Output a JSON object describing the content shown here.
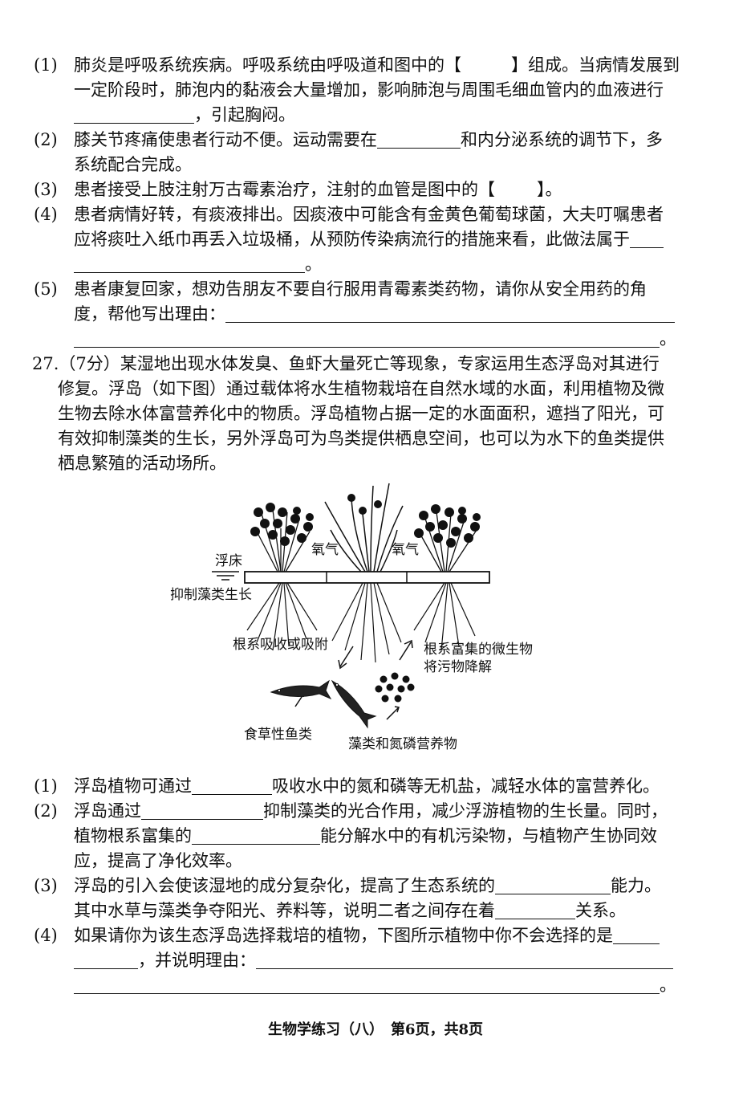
{
  "q26": {
    "p1_num": "(1)",
    "p1_l1a": "肺炎是呼吸系统疾病。呼吸系统由呼吸道和图中的【",
    "p1_l1b": "】组成。当病情发展到",
    "p1_l2": "一定阶段时，肺泡内的黏液会大量增加，影响肺泡与周围毛细血管内的血液进行",
    "p1_l3": "，引起胸闷。",
    "p2_num": "(2)",
    "p2_l1a": "膝关节疼痛使患者行动不便。运动需要在",
    "p2_l1b": "和内分泌系统的调节下，多",
    "p2_l2": "系统配合完成。",
    "p3_num": "(3)",
    "p3_l1a": "患者接受上肢注射万古霉素治疗，注射的血管是图中的【",
    "p3_l1b": "】。",
    "p4_num": "(4)",
    "p4_l1": "患者病情好转，有痰液排出。因痰液中可能含有金黄色葡萄球菌，大夫叮嘱患者",
    "p4_l2": "应将痰吐入纸巾再丢入垃圾桶，从预防传染病流行的措施来看，此做法属于",
    "p4_l3": "。",
    "p5_num": "(5)",
    "p5_l1": "患者康复回家，想劝告朋友不要自行服用青霉素类药物，请你从安全用药的角",
    "p5_l2": "度，帮他写出理由：",
    "p5_l3": "。"
  },
  "q27": {
    "num": "27.",
    "intro_l1": "（7分）某湿地出现水体发臭、鱼虾大量死亡等现象，专家运用生态浮岛对其进行",
    "intro_l2": "修复。浮岛（如下图）通过载体将水生植物栽培在自然水域的水面，利用植物及微",
    "intro_l3": "生物去除水体富营养化中的物质。浮岛植物占据一定的水面面积，遮挡了阳光，可",
    "intro_l4": "有效抑制藻类的生长，另外浮岛可为鸟类提供栖息空间，也可以为水下的鱼类提供",
    "intro_l5": "栖息繁殖的活动场所。",
    "diagram": {
      "float_bed": "浮床",
      "suppress_algae": "抑制藻类生长",
      "oxygen_left": "氧气",
      "oxygen_right": "氧气",
      "root_absorb": "根系吸收或吸附",
      "microbe_l1": "根系富集的微生物",
      "microbe_l2": "将污物降解",
      "herbivore_fish": "食草性鱼类",
      "algae_nutrients": "藻类和氮磷营养物"
    },
    "s1_num": "(1)",
    "s1_a": "浮岛植物可通过",
    "s1_b": "吸收水中的氮和磷等无机盐，减轻水体的富营养化。",
    "s2_num": "(2)",
    "s2_a": "浮岛通过",
    "s2_b": "抑制藻类的光合作用，减少浮游植物的生长量。同时，",
    "s2_c": "植物根系富集的",
    "s2_d": "能分解水中的有机污染物，与植物产生协同效",
    "s2_e": "应，提高了净化效率。",
    "s3_num": "(3)",
    "s3_a": "浮岛的引入会使该湿地的成分复杂化，提高了生态系统的",
    "s3_b": "能力。",
    "s3_c": "其中水草与藻类争夺阳光、养料等，说明二者之间存在着",
    "s3_d": "关系。",
    "s4_num": "(4)",
    "s4_a": "如果请你为该生态浮岛选择栽培的植物，下图所示植物中你不会选择的是",
    "s4_b": "，并说明理由：",
    "s4_c": "。"
  },
  "footer": "生物学练习（八）　第6页，共8页"
}
